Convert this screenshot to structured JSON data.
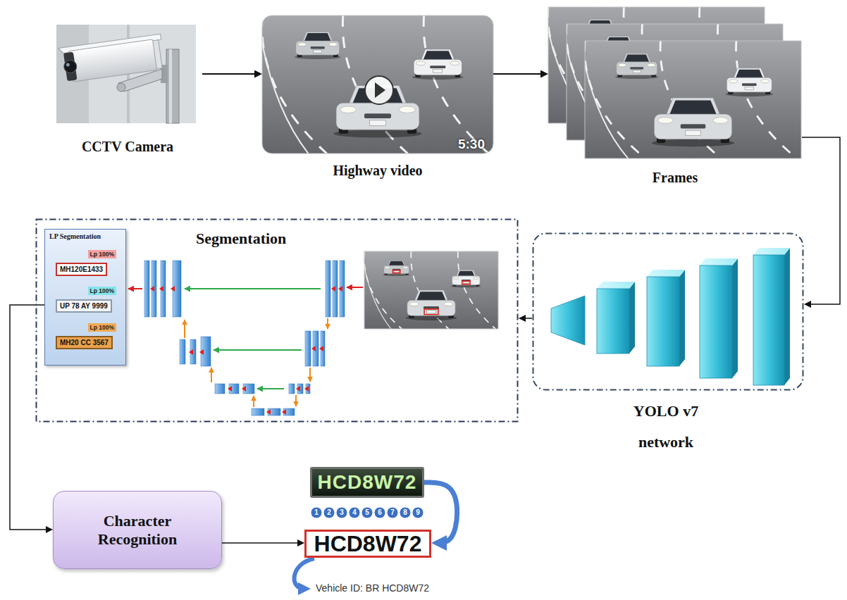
{
  "diagram": {
    "nodes": [
      {
        "text": [
          "CCTV Camera"
        ]
      },
      {
        "text": [
          "5:30",
          "Highway video"
        ]
      },
      {
        "text": [
          "Frames"
        ]
      },
      {
        "text": [
          "YOLO v7 network"
        ]
      },
      {
        "text": [
          "Segmentation"
        ]
      },
      {
        "text": [
          "LP Segmentation"
        ],
        "in": 4
      },
      {
        "text": [
          "Lp 100%",
          "MH120E1433"
        ],
        "in": 5
      },
      {
        "text": [
          "Lp 100%",
          "UP 78 AY 9999"
        ],
        "in": 5
      },
      {
        "text": [
          "Lp 100%",
          "MH20 CC 3567"
        ],
        "in": 5
      },
      {
        "text": [
          "Character Recognition"
        ]
      },
      {
        "text": [
          "HCD8W72"
        ]
      },
      {
        "text": [
          "HCD8W72"
        ]
      }
    ],
    "edges": [
      {
        "from": 0,
        "to": 1,
        "arrow": "to"
      },
      {
        "from": 1,
        "to": 2,
        "arrow": "to"
      },
      {
        "from": 2,
        "to": 3,
        "arrow": "to"
      },
      {
        "from": 3,
        "to": 4,
        "arrow": "to"
      },
      {
        "from": 5,
        "to": 9,
        "arrow": "to"
      },
      {
        "from": 9,
        "to": 11,
        "arrow": "to"
      },
      {
        "from": 10,
        "to": 11,
        "arrow": "to"
      }
    ],
    "labels": [
      "1",
      "2",
      "3",
      "4",
      "5",
      "6",
      "7",
      "8",
      "9",
      "Vehicle ID: BR HCD8W72"
    ]
  }
}
